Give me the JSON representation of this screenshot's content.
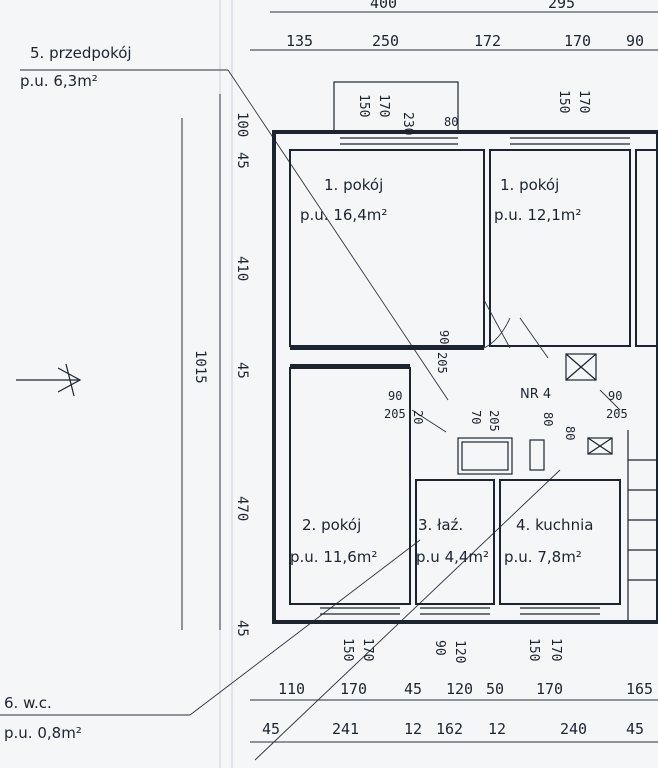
{
  "rooms": [
    {
      "id": "pokoj1a",
      "num": "1.",
      "name": "pokój",
      "area": "16,4m²",
      "pu": "p.u."
    },
    {
      "id": "pokoj1b",
      "num": "1.",
      "name": "pokój",
      "area": "12,1m²",
      "pu": "p.u."
    },
    {
      "id": "pokoj2",
      "num": "2.",
      "name": "pokój",
      "area": "11,6m²",
      "pu": "p.u."
    },
    {
      "id": "laz",
      "num": "3.",
      "name": "łaź.",
      "area": "4,4m²",
      "pu": "p.u"
    },
    {
      "id": "kuchnia",
      "num": "4.",
      "name": "kuchnia",
      "area": "7,8m²",
      "pu": "p.u."
    },
    {
      "id": "przedpokoj",
      "num": "5.",
      "name": "przedpokój",
      "area": "6,3m²",
      "pu": "p.u."
    },
    {
      "id": "wc",
      "num": "6.",
      "name": "w.c.",
      "area": "0,8m²",
      "pu": "p.u."
    }
  ],
  "flat_label": "NR 4",
  "dims_top_row1": [
    "400",
    "295"
  ],
  "dims_top_row2": [
    "135",
    "250",
    "172",
    "170",
    "90"
  ],
  "dims_bottom_row1": [
    "110",
    "170",
    "45",
    "120",
    "50",
    "170",
    "165"
  ],
  "dims_bottom_row2": [
    "45",
    "241",
    "12",
    "162",
    "12",
    "240",
    "45"
  ],
  "dims_left_inner": [
    "100",
    "45",
    "410",
    "45",
    "470",
    "45"
  ],
  "dims_left_total": "1015",
  "window_top_left": [
    "150",
    "170",
    "230"
  ],
  "window_top_right": [
    "150",
    "170"
  ],
  "window_bottom": [
    "150",
    "170",
    "90",
    "120",
    "150",
    "170"
  ],
  "door_labels": [
    "80",
    "90",
    "205",
    "90",
    "205",
    "20",
    "70",
    "205",
    "80",
    "90",
    "205",
    "80"
  ],
  "colors": {
    "ink": "#1c2430",
    "paper": "#f4f6f8",
    "grid": "#b8c4d0"
  }
}
